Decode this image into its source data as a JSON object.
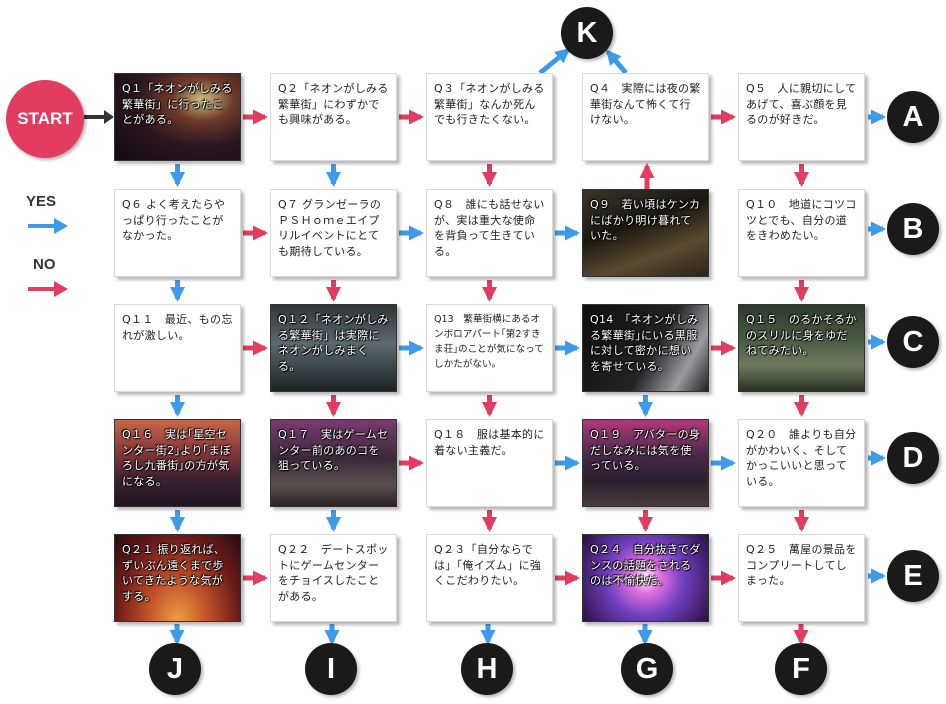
{
  "start_label": "START",
  "legend": {
    "yes_label": "YES",
    "no_label": "NO",
    "yes_color": "#3d9be9",
    "no_color": "#e23c61"
  },
  "questions": {
    "q1": "Q１「ネオンがしみる繁華街」に行ったことがある。",
    "q2": "Q２「ネオンがしみる繁華街」にわずかでも興味がある。",
    "q3": "Q３「ネオンがしみる繁華街」なんか死んでも行きたくない。",
    "q4": "Q４　実際には夜の繁華街なんて怖くて行けない。",
    "q5": "Q５　人に親切にしてあげて、喜ぶ顔を見るのが好きだ。",
    "q6": "Q６ よく考えたらやっぱり行ったことがなかった。",
    "q7": "Q７ グランゼーラのＰＳＨｏｍｅエイプリルイベントにとても期待している。",
    "q8": "Q８　誰にも話せないが、実は重大な使命を背負って生きている。",
    "q9": "Q９　若い頃はケンカにばかり明け暮れていた。",
    "q10": "Q１０　地道にコツコツとでも、自分の道をきわめたい。",
    "q11": "Q１１　最近、もの忘れが激しい。",
    "q12": "Q１２「ネオンがしみる繁華街」は実際にネオンがしみまくる。",
    "q13": "Q13　繁華街横にあるオンボロアパート｢第2すきま荘｣のことが気になってしかたがない。",
    "q14": "Q14　｢ネオンがしみる繁華街｣にいる黒服に対して密かに想いを寄せている。",
    "q15": "Q１５　のるかそるかのスリルに身をゆだねてみたい。",
    "q16": "Q１６　実は｢星空センター街2｣より｢まぼろし九番街｣の方が気になる。",
    "q17": "Q１７　実はゲームセンター前のあのコを狙っている。",
    "q18": "Q１８　服は基本的に着ない主義だ。",
    "q19": "Q１９　アバターの身だしなみには気を使っている。",
    "q20": "Q２０　誰よりも自分がかわいく、そしてかっこいいと思っている。",
    "q21": "Q２１ 振り返れば、ずいぶん遠くまで歩いてきたような気がする。",
    "q22": "Q２２　デートスポットにゲームセンターをチョイスしたことがある。",
    "q23": "Q２３「自分ならでは」「俺イズム」に強くこだわりたい。",
    "q24": "Q２４　自分抜きでダンスの話題をされるのは不愉快だ。",
    "q25": "Q２５　萬屋の景品をコンプリートしてしまった。"
  },
  "results": [
    "A",
    "B",
    "C",
    "D",
    "E",
    "F",
    "G",
    "H",
    "I",
    "J",
    "K"
  ]
}
